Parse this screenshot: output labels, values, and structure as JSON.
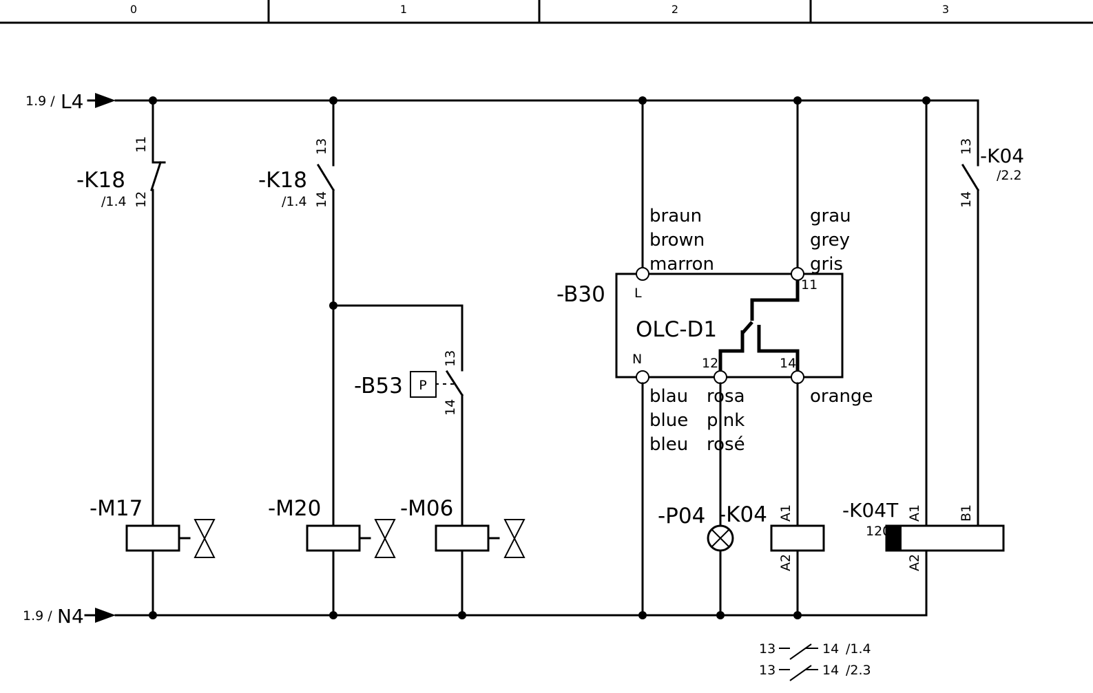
{
  "header": {
    "columns": [
      "0",
      "1",
      "2",
      "3"
    ]
  },
  "rails": {
    "top": {
      "ref": "1.9 /",
      "name": "L4"
    },
    "bottom": {
      "ref": "1.9 /",
      "name": "N4"
    }
  },
  "contacts": {
    "k18_nc": {
      "tag": "-K18",
      "ref": "/1.4",
      "pin_top": "11",
      "pin_bottom": "12"
    },
    "k18_no": {
      "tag": "-K18",
      "ref": "/1.4",
      "pin_top": "13",
      "pin_bottom": "14"
    },
    "b53": {
      "tag": "-B53",
      "symbol": "P",
      "pin_top": "13",
      "pin_bottom": "14"
    },
    "k04": {
      "tag": "-K04",
      "ref": "/2.2",
      "pin_top": "13",
      "pin_bottom": "14"
    }
  },
  "valves": {
    "m17": {
      "tag": "-M17"
    },
    "m20": {
      "tag": "-M20"
    },
    "m06": {
      "tag": "-M06"
    }
  },
  "sensor": {
    "tag": "-B30",
    "model": "OLC-D1",
    "pin_l": "L",
    "pin_n": "N",
    "pin_11": "11",
    "pin_12": "12",
    "pin_14": "14",
    "wire_l": [
      "braun",
      "brown",
      "marron"
    ],
    "wire_11": [
      "grau",
      "grey",
      "gris"
    ],
    "wire_n": [
      "blau",
      "blue",
      "bleu"
    ],
    "wire_12": [
      "rosa",
      "pink",
      "rosé"
    ],
    "wire_14": [
      "orange"
    ]
  },
  "lamp": {
    "tag": "-P04"
  },
  "relay": {
    "tag": "-K04",
    "pin_a1": "A1",
    "pin_a2": "A2"
  },
  "timer": {
    "tag": "-K04T",
    "delay": "120",
    "pin_a1": "A1",
    "pin_a2": "A2",
    "pin_b1": "B1"
  },
  "xref": [
    {
      "from": "13",
      "to": "14",
      "ref": "/1.4"
    },
    {
      "from": "13",
      "to": "14",
      "ref": "/2.3"
    }
  ]
}
